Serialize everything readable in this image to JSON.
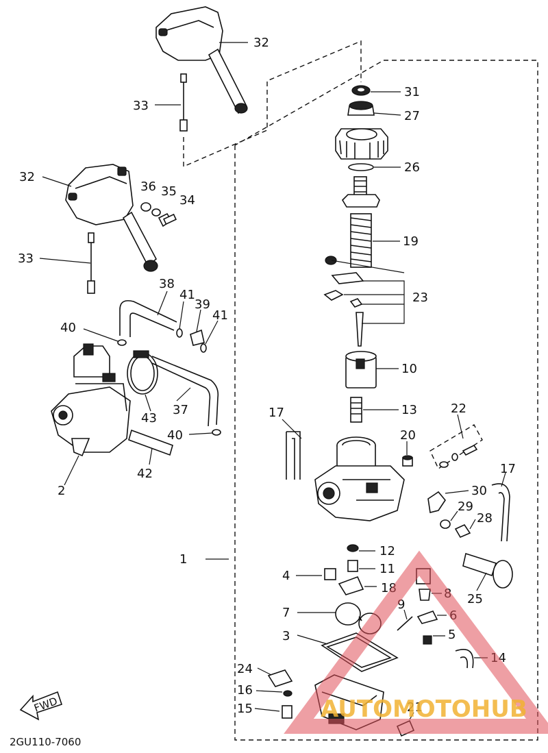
{
  "diagram": {
    "code": "2GU110-7060",
    "direction_label": "FWD",
    "watermark": {
      "brand": "AUTOMOTOHUB",
      "color_accent": "#e0505a",
      "color_text": "#f2b233",
      "color_dark": "#333333"
    },
    "callouts": {
      "c32a": "32",
      "c33a": "33",
      "c31": "31",
      "c27": "27",
      "c26": "26",
      "c32b": "32",
      "c36": "36",
      "c35": "35",
      "c34": "34",
      "c33b": "33",
      "c19": "19",
      "c23": "23",
      "c38": "38",
      "c41a": "41",
      "c39": "39",
      "c41b": "41",
      "c40a": "40",
      "c10": "10",
      "c13": "13",
      "c43": "43",
      "c37": "37",
      "c22": "22",
      "c17a": "17",
      "c20": "20",
      "c40b": "40",
      "c17b": "17",
      "c42": "42",
      "c2": "2",
      "c30": "30",
      "c29": "29",
      "c28": "28",
      "c1": "1",
      "c12": "12",
      "c11": "11",
      "c4": "4",
      "c18": "18",
      "c8": "8",
      "c25": "25",
      "c7": "7",
      "c9": "9",
      "c6": "6",
      "c3": "3",
      "c5": "5",
      "c14": "14",
      "c24": "24",
      "c16": "16",
      "c21": "21",
      "c15": "15"
    }
  }
}
